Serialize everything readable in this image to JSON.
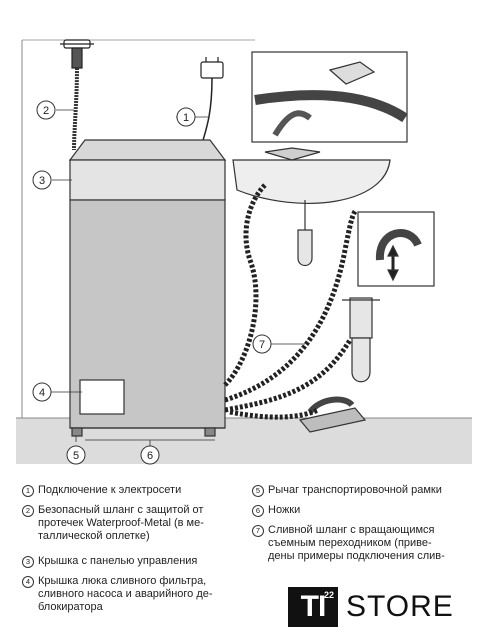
{
  "callouts": [
    "1",
    "2",
    "3",
    "4",
    "5",
    "6",
    "7"
  ],
  "legend": [
    {
      "num": "1",
      "text": "Подключение к электросети"
    },
    {
      "num": "2",
      "text": "Безопасный шланг с защитой от\nпротечек Waterproof-Metal (в ме-\nталлической оплетке)"
    },
    {
      "num": "3",
      "text": "Крышка с панелью управления"
    },
    {
      "num": "4",
      "text": "Крышка люка сливного фильтра,\nсливного насоса и аварийного де-\nблокиратора"
    },
    {
      "num": "5",
      "text": "Рычаг транспортировочной рамки"
    },
    {
      "num": "6",
      "text": "Ножки"
    },
    {
      "num": "7",
      "text": "Сливной шланг с вращающимся\nсъемным переходником (приве-\nдены примеры подключения слив-"
    }
  ],
  "logo": {
    "mark": "TI",
    "superscript": "22",
    "word": "STORE"
  }
}
